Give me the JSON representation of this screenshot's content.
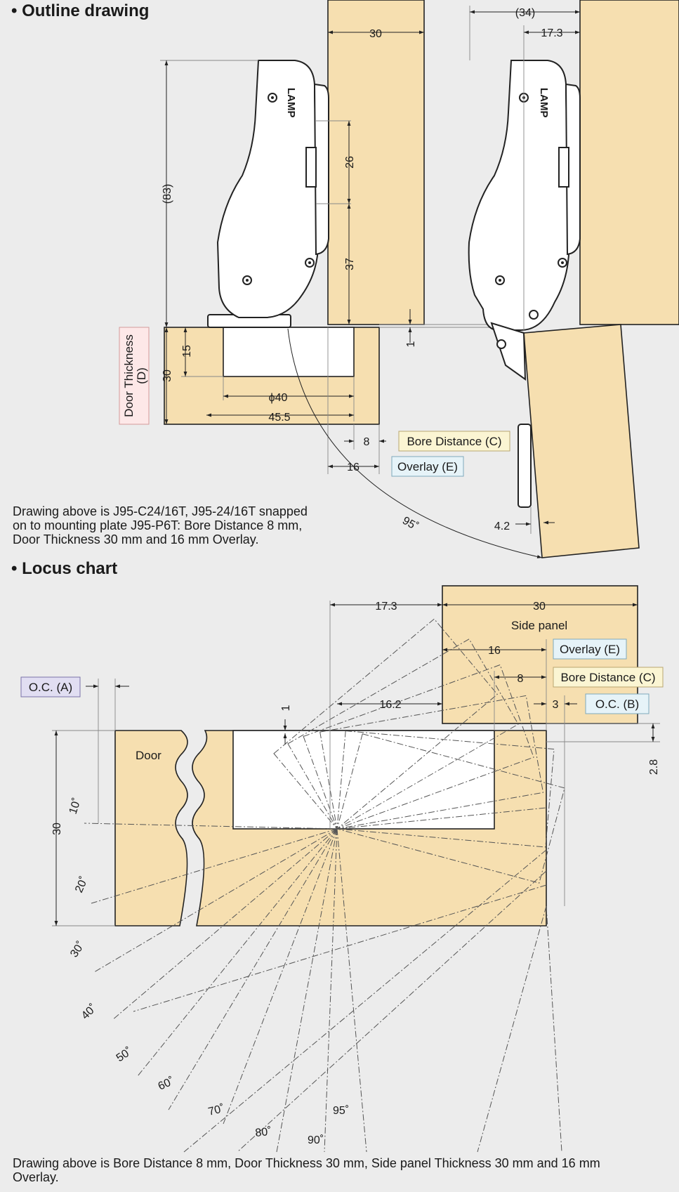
{
  "outline": {
    "heading": "• Outline drawing",
    "dims": {
      "top_30": "30",
      "top_34": "(34)",
      "top_17_3": "17.3",
      "h_83": "(83)",
      "v_26": "26",
      "v_37": "37",
      "v_1": "1",
      "v_15": "15",
      "v_30": "30",
      "phi_40": "ϕ40",
      "w_45_5": "45.5",
      "d_8": "8",
      "d_16": "16",
      "angle_95": "95˚",
      "d_4_2": "4.2"
    },
    "labels": {
      "door_thickness_line1": "Door Thickness",
      "door_thickness_line2": "(D)",
      "bore_distance": "Bore Distance (C)",
      "overlay": "Overlay (E)"
    },
    "logo_text": "LAMP",
    "caption_line1": "Drawing above is J95-C24/16T, J95-24/16T snapped",
    "caption_line2": "on to mounting plate J95-P6T: Bore Distance 8 mm,",
    "caption_line3": "Door Thickness 30 mm and 16 mm Overlay."
  },
  "locus": {
    "heading": "• Locus chart",
    "dims": {
      "d_17_3": "17.3",
      "d_30_top": "30",
      "d_16": "16",
      "d_8": "8",
      "d_3": "3",
      "d_16_2": "16.2",
      "d_1": "1",
      "d_2_8": "2.8",
      "d_30_left": "30"
    },
    "labels": {
      "side_panel": "Side panel",
      "door": "Door",
      "overlay": "Overlay (E)",
      "bore_distance": "Bore Distance (C)",
      "oc_b": "O.C. (B)",
      "oc_a": "O.C. (A)"
    },
    "angles": [
      "10˚",
      "20˚",
      "30˚",
      "40˚",
      "50˚",
      "60˚",
      "70˚",
      "80˚",
      "90˚",
      "95˚"
    ],
    "caption_line1": "Drawing above is Bore Distance 8 mm, Door Thickness 30 mm, Side panel Thickness 30 mm and 16 mm",
    "caption_line2": "Overlay."
  },
  "colors": {
    "wood": "#f6dfb0",
    "background": "#ececec",
    "label_yellow": "#fbf5d3",
    "label_blue": "#e6f3f8",
    "label_purple": "#e1def2"
  }
}
